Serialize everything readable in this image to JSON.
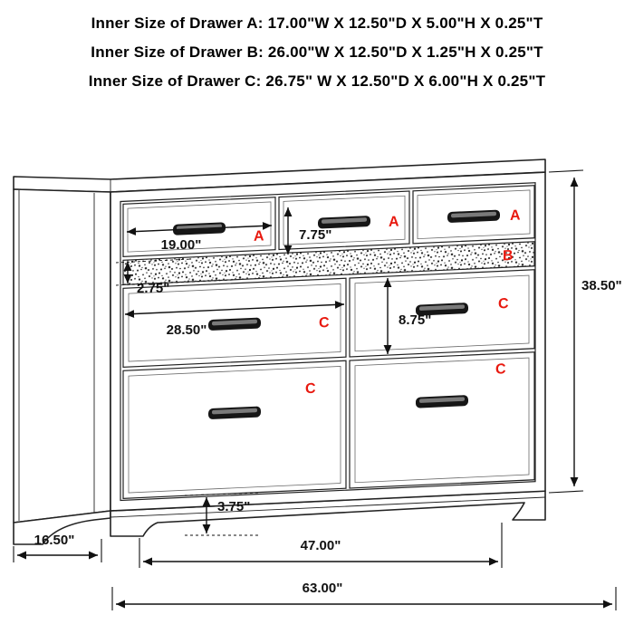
{
  "header": {
    "line_a": "Inner Size of Drawer A: 17.00\"W X 12.50\"D X 5.00\"H X 0.25\"T",
    "line_b": "Inner Size of Drawer B: 26.00\"W X 12.50\"D X 1.25\"H X 0.25\"T",
    "line_c": "Inner Size of Drawer C: 26.75\" W X 12.50\"D X 6.00\"H X 0.25\"T"
  },
  "diagram": {
    "drawer_labels": {
      "a1": "A",
      "a2": "A",
      "a3": "A",
      "b": "B",
      "c1": "C",
      "c2": "C",
      "c3": "C",
      "c4": "C"
    },
    "measurements": {
      "drawer_a_width": "19.00\"",
      "drawer_a_height": "7.75\"",
      "drawer_b_height": "2.75\"",
      "drawer_c_width": "28.50\"",
      "drawer_c_height": "8.75\"",
      "total_height": "38.50\"",
      "base_height": "3.75\"",
      "side_depth": "16.50\"",
      "inner_width": "47.00\"",
      "total_width": "63.00\""
    },
    "colors": {
      "label_red": "#e8190f",
      "line": "#222222",
      "text": "#111111"
    }
  }
}
